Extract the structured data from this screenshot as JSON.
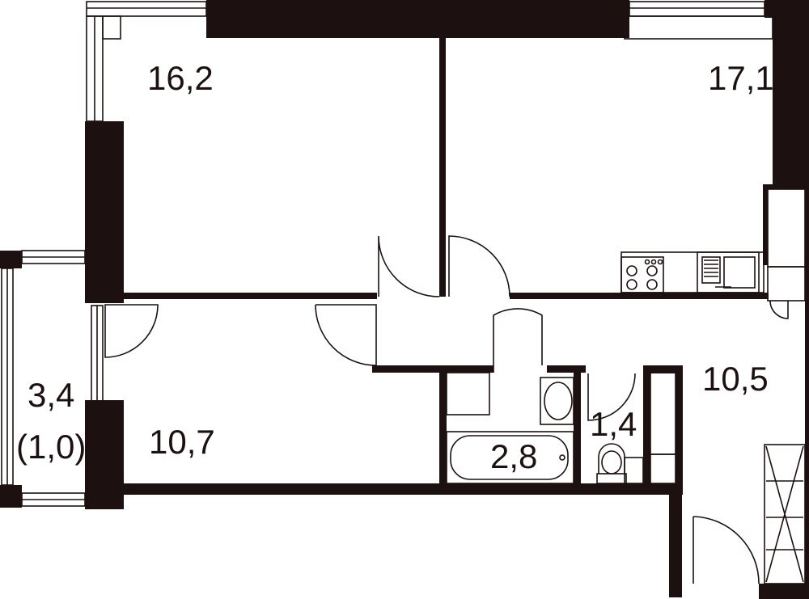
{
  "rooms": {
    "room_1": {
      "area": "16,2"
    },
    "room_2": {
      "area": "17,1"
    },
    "hall": {
      "area": "10,5"
    },
    "room_3": {
      "area": "10,7"
    },
    "bathroom": {
      "area": "2,8"
    },
    "toilet": {
      "area": "1,4"
    },
    "balcony": {
      "area": "3,4",
      "reduced_area": "(1,0)"
    }
  },
  "colors": {
    "wall": "#1c1110",
    "line": "#1c1110",
    "background": "#ffffff"
  },
  "icons": [
    "door-swing-icon",
    "window-icon",
    "stove-icon",
    "sink-icon",
    "bathtub-icon",
    "washbasin-icon",
    "toilet-icon",
    "wardrobe-icon"
  ]
}
